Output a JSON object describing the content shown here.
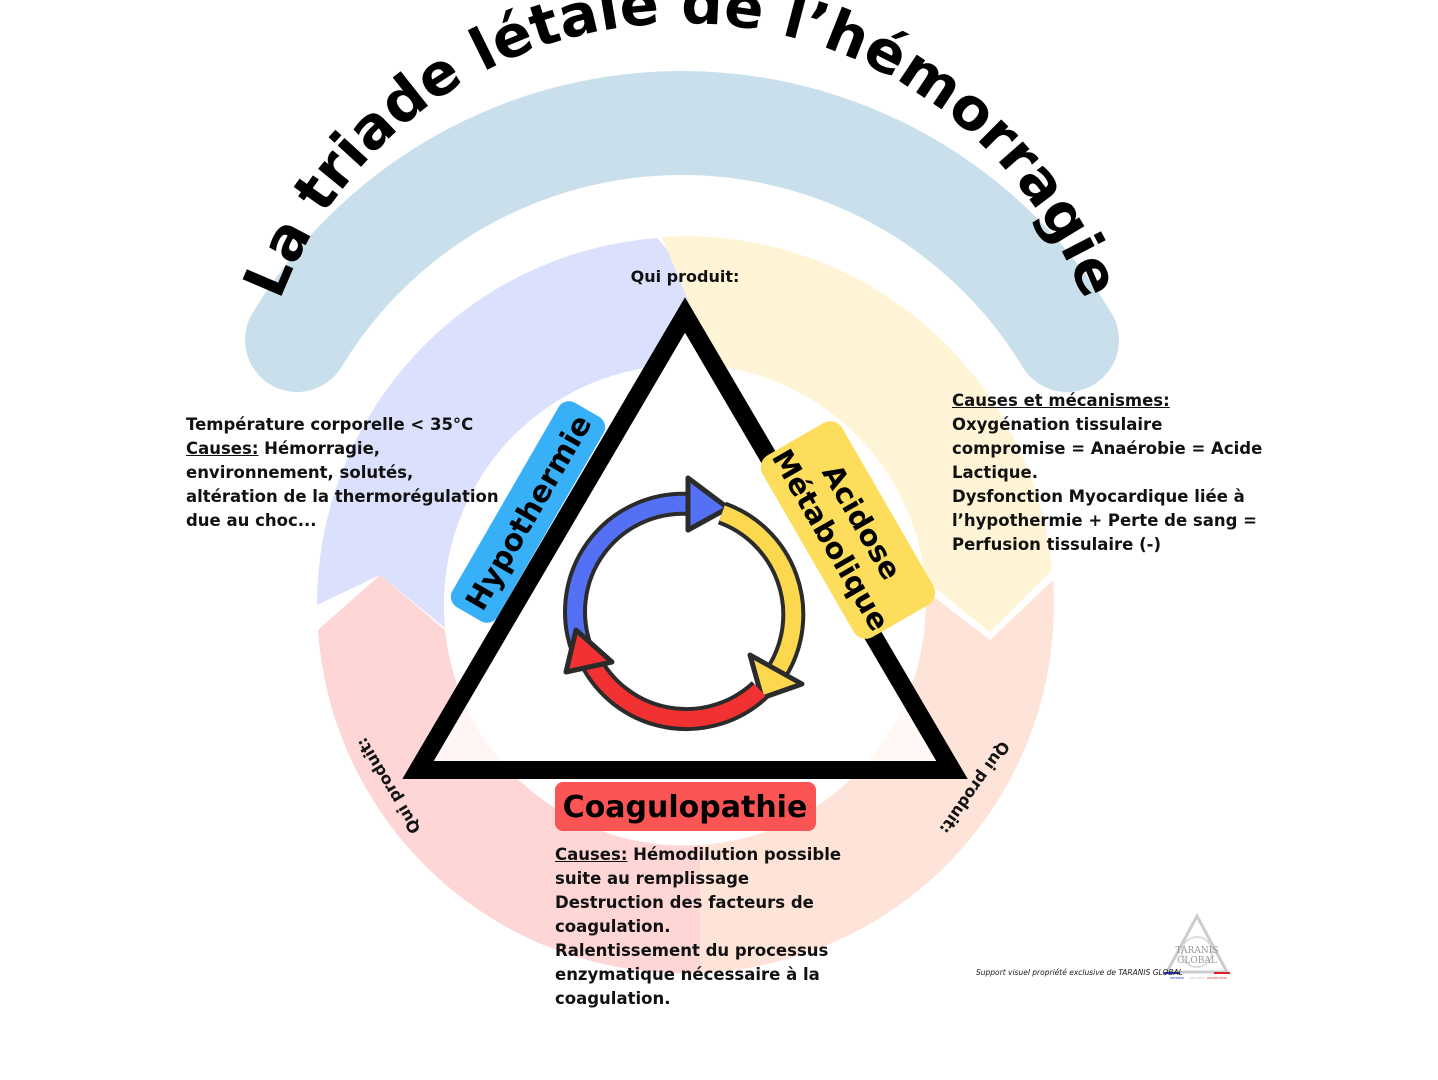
{
  "title": "La triade létale de l’hémorragie",
  "qui_produit_top": "Qui produit:",
  "qui_produit_left": "Qui produit:",
  "qui_produit_right": "Qui produit:",
  "labels": {
    "hypothermie": "Hypothermie",
    "acidose_line1": "Acidose",
    "acidose_line2": "Métabolique",
    "coagulopathie": "Coagulopathie"
  },
  "hypothermie_text": {
    "line1": "Température corporelle < 35°C",
    "causes_label": "Causes:",
    "causes_rest": " Hémorragie,",
    "line3": "environnement, solutés,",
    "line4": "altération de la thermorégulation",
    "line5": "due au choc..."
  },
  "acidose_text": {
    "heading": "Causes et mécanismes:",
    "line1": "Oxygénation tissulaire",
    "line2": "compromise = Anaérobie = Acide",
    "line3": "Lactique.",
    "line4": "Dysfonction Myocardique liée à",
    "line5": "l’hypothermie + Perte de sang =",
    "line6": "Perfusion tissulaire (-)"
  },
  "coagulopathie_text": {
    "causes_label": "Causes:",
    "causes_rest": " Hémodilution possible",
    "line2": "suite au remplissage",
    "line3": "Destruction des facteurs de",
    "line4": "coagulation.",
    "line5": "Ralentissement du processus",
    "line6": "enzymatique nécessaire à la",
    "line7": "coagulation."
  },
  "credit": "Support visuel propriété exclusive de TARANIS GLOBAL",
  "logo": {
    "line1": "TARANIS",
    "line2": "GLOBAL",
    "tagline": [
      "DEFENSE",
      "SECURITE",
      "PROTECTION"
    ]
  },
  "colors": {
    "title_band": "#c9e0ec",
    "ring_blue": "#dbe1fd",
    "ring_yellow": "#fff5d6",
    "ring_pink": "#fed6d6",
    "ring_peach": "#fee4d8",
    "hypothermie": "#38b0f8",
    "acidose": "#fddd5c",
    "coagulopathie": "#fa5454",
    "cycle_blue": "#5470f5",
    "cycle_yellow": "#fcd84e",
    "cycle_red": "#f23232"
  }
}
